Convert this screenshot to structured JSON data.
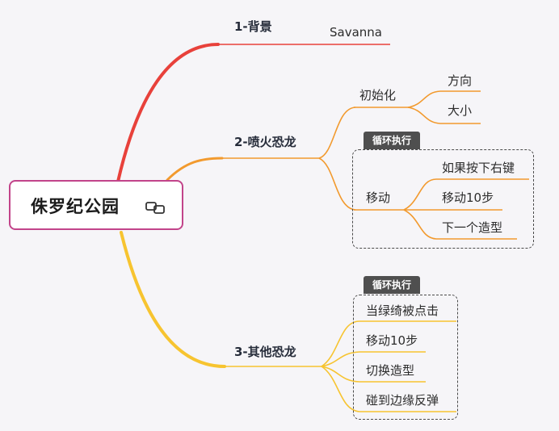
{
  "root": {
    "title": "侏罗纪公园",
    "icon": "link-icon"
  },
  "branches": [
    {
      "label": "1-背景",
      "color": "#e8413b",
      "children": [
        "Savanna"
      ]
    },
    {
      "label": "2-喷火恐龙",
      "color": "#f29a2e",
      "groups": [
        {
          "label": "初始化",
          "children": [
            "方向",
            "大小"
          ]
        },
        {
          "label": "移动",
          "tag": "循环执行",
          "children": [
            "如果按下右键",
            "移动10步",
            "下一个造型"
          ]
        }
      ]
    },
    {
      "label": "3-其他恐龙",
      "color": "#f7c430",
      "group": {
        "tag": "循环执行",
        "children": [
          "当绿绮被点击",
          "移动10步",
          "切换造型",
          "碰到边缘反弹"
        ]
      }
    }
  ]
}
